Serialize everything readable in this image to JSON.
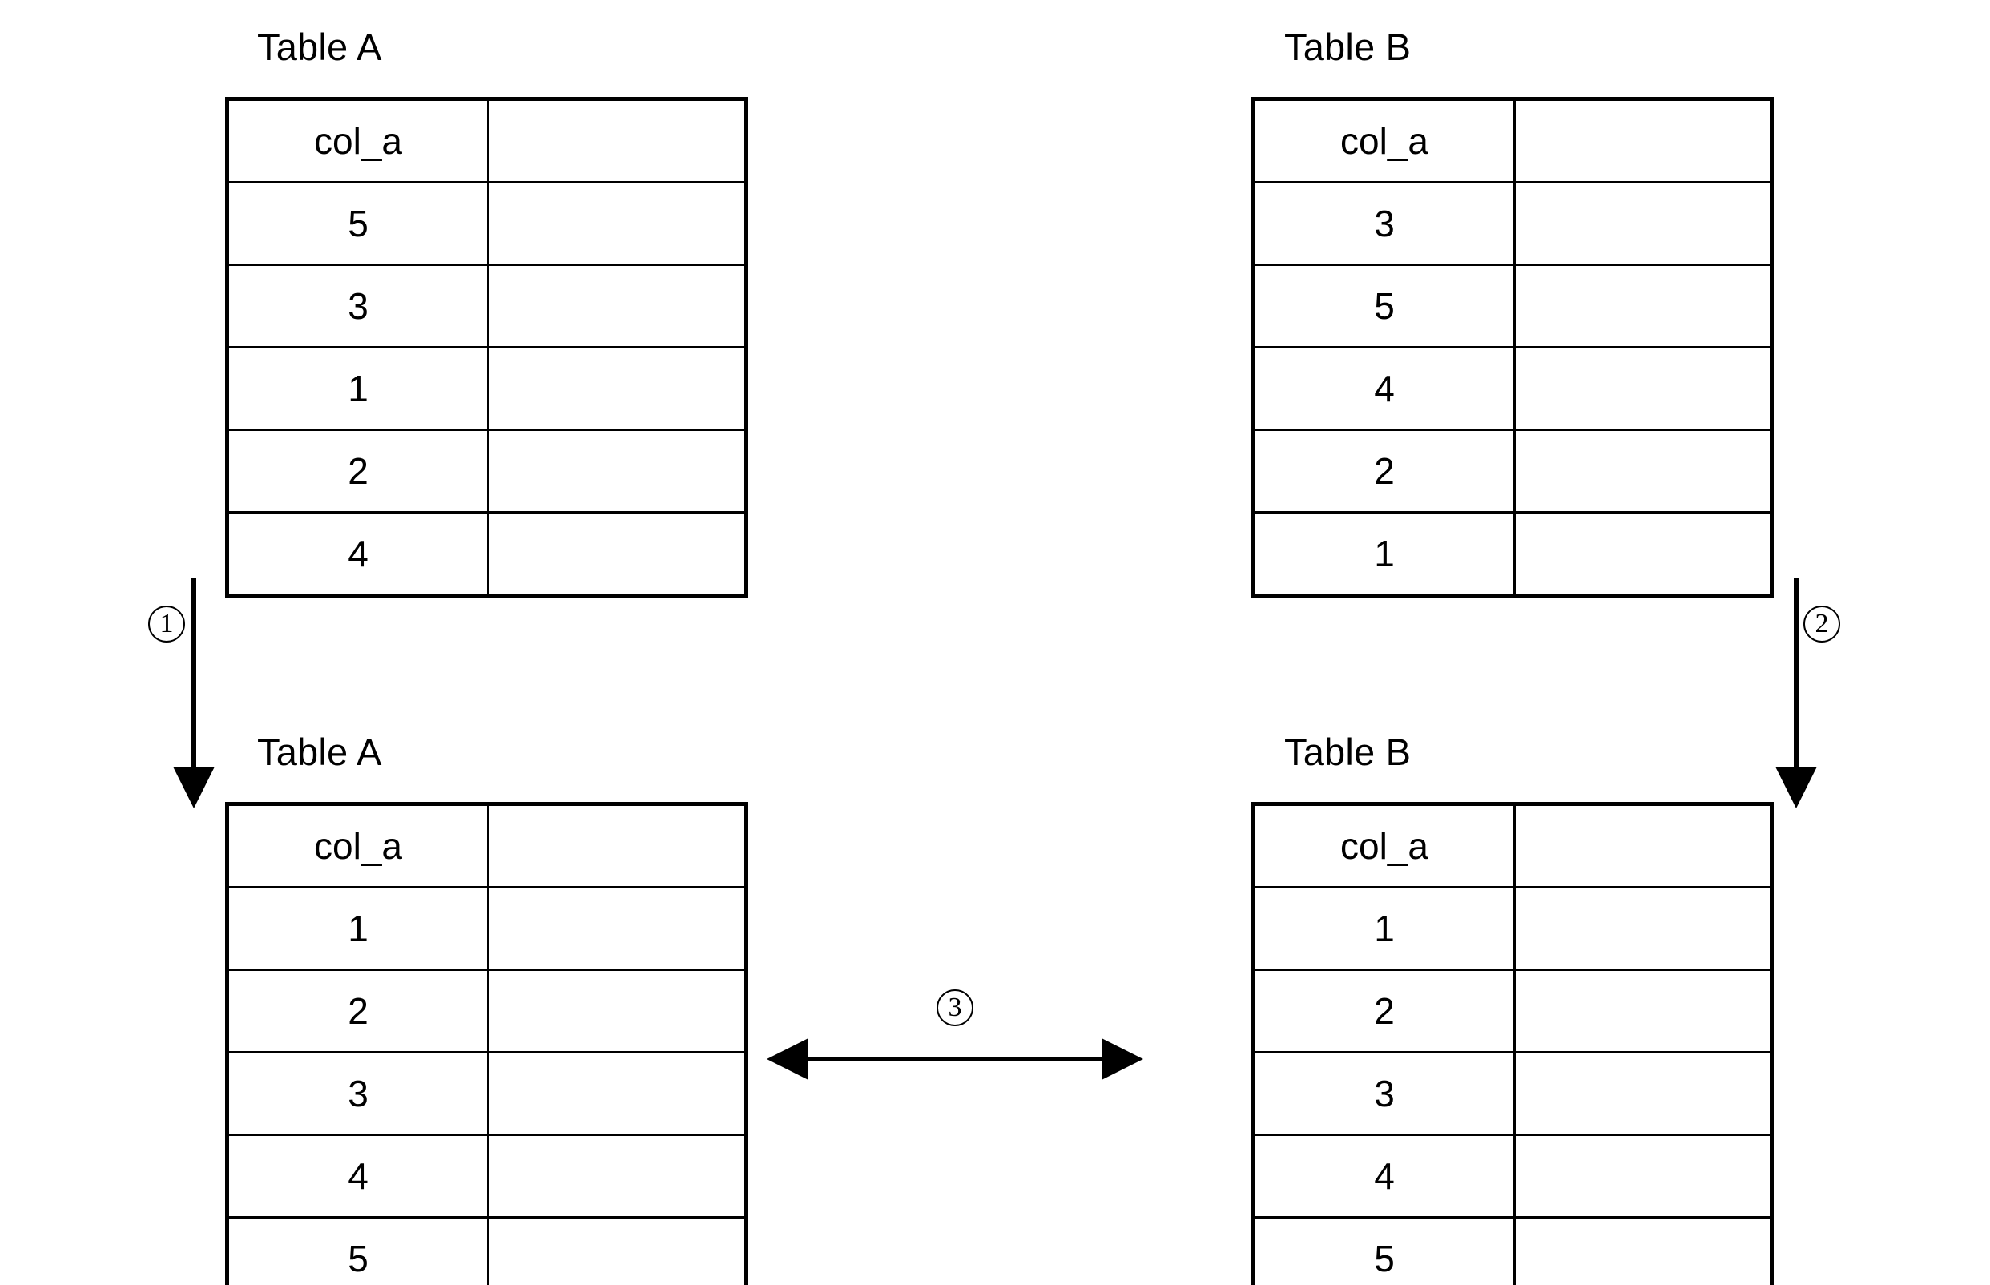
{
  "diagram": {
    "title_text_a": "Table A",
    "title_text_b": "Table B",
    "column_header": "col_a",
    "steps": [
      {
        "marker": "1",
        "kind": "down-arrow",
        "meaning": "sort-table-a"
      },
      {
        "marker": "2",
        "kind": "down-arrow",
        "meaning": "sort-table-b"
      },
      {
        "marker": "3",
        "kind": "double-arrow",
        "meaning": "compare-sorted-tables"
      }
    ],
    "tables": {
      "top_left": {
        "title": "Table A",
        "headers": [
          "col_a",
          ""
        ],
        "rows": [
          [
            "5",
            ""
          ],
          [
            "3",
            ""
          ],
          [
            "1",
            ""
          ],
          [
            "2",
            ""
          ],
          [
            "4",
            ""
          ]
        ]
      },
      "top_right": {
        "title": "Table B",
        "headers": [
          "col_a",
          ""
        ],
        "rows": [
          [
            "3",
            ""
          ],
          [
            "5",
            ""
          ],
          [
            "4",
            ""
          ],
          [
            "2",
            ""
          ],
          [
            "1",
            ""
          ]
        ]
      },
      "bottom_left": {
        "title": "Table A",
        "headers": [
          "col_a",
          ""
        ],
        "rows": [
          [
            "1",
            ""
          ],
          [
            "2",
            ""
          ],
          [
            "3",
            ""
          ],
          [
            "4",
            ""
          ],
          [
            "5",
            ""
          ]
        ]
      },
      "bottom_right": {
        "title": "Table B",
        "headers": [
          "col_a",
          ""
        ],
        "rows": [
          [
            "1",
            ""
          ],
          [
            "2",
            ""
          ],
          [
            "3",
            ""
          ],
          [
            "4",
            ""
          ],
          [
            "5",
            ""
          ]
        ]
      }
    }
  },
  "colors": {
    "background": "#ffffff",
    "stroke": "#000000",
    "text": "#000000"
  }
}
